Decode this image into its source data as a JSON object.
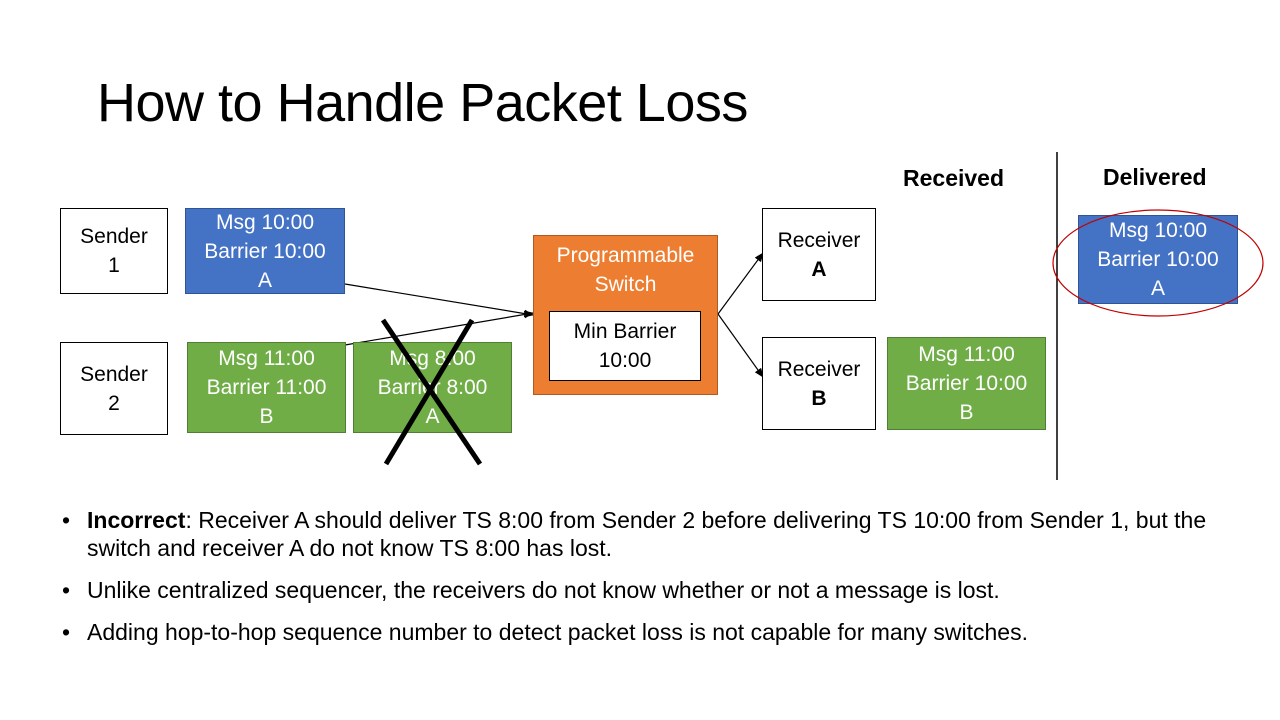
{
  "title": "How to Handle Packet Loss",
  "headers": {
    "received": "Received",
    "delivered": "Delivered"
  },
  "sender1": {
    "line1": "Sender",
    "line2": "1"
  },
  "sender2": {
    "line1": "Sender",
    "line2": "2"
  },
  "msg_s1": {
    "line1": "Msg 10:00",
    "line2": "Barrier 10:00",
    "line3": "A"
  },
  "msg_s2": {
    "line1": "Msg 11:00",
    "line2": "Barrier 11:00",
    "line3": "B"
  },
  "msg_lost": {
    "line1": "Msg 8:00",
    "line2": "Barrier 8:00",
    "line3": "A"
  },
  "switch": {
    "line1": "Programmable",
    "line2": "Switch",
    "min_line1": "Min Barrier",
    "min_line2": "10:00"
  },
  "receiverA": {
    "line1": "Receiver",
    "line2": "A"
  },
  "receiverB": {
    "line1": "Receiver",
    "line2": "B"
  },
  "received_msg": {
    "line1": "Msg 11:00",
    "line2": "Barrier 10:00",
    "line3": "B"
  },
  "delivered_msg": {
    "line1": "Msg 10:00",
    "line2": "Barrier 10:00",
    "line3": "A"
  },
  "bullets": [
    {
      "bold": "Incorrect",
      "text": ": Receiver A should deliver TS 8:00 from Sender 2 before delivering TS 10:00 from Sender 1, but the switch and receiver A do not know TS 8:00 has lost."
    },
    {
      "bold": "",
      "text": "Unlike centralized sequencer, the receivers do not know whether or not a message is lost."
    },
    {
      "bold": "",
      "text": "Adding hop-to-hop sequence number to detect packet loss is not capable for many switches."
    }
  ],
  "bullet_char": "•",
  "colors": {
    "blue": "#4472c4",
    "green": "#70ad47",
    "orange": "#ed7d31",
    "circle": "#c00000"
  }
}
